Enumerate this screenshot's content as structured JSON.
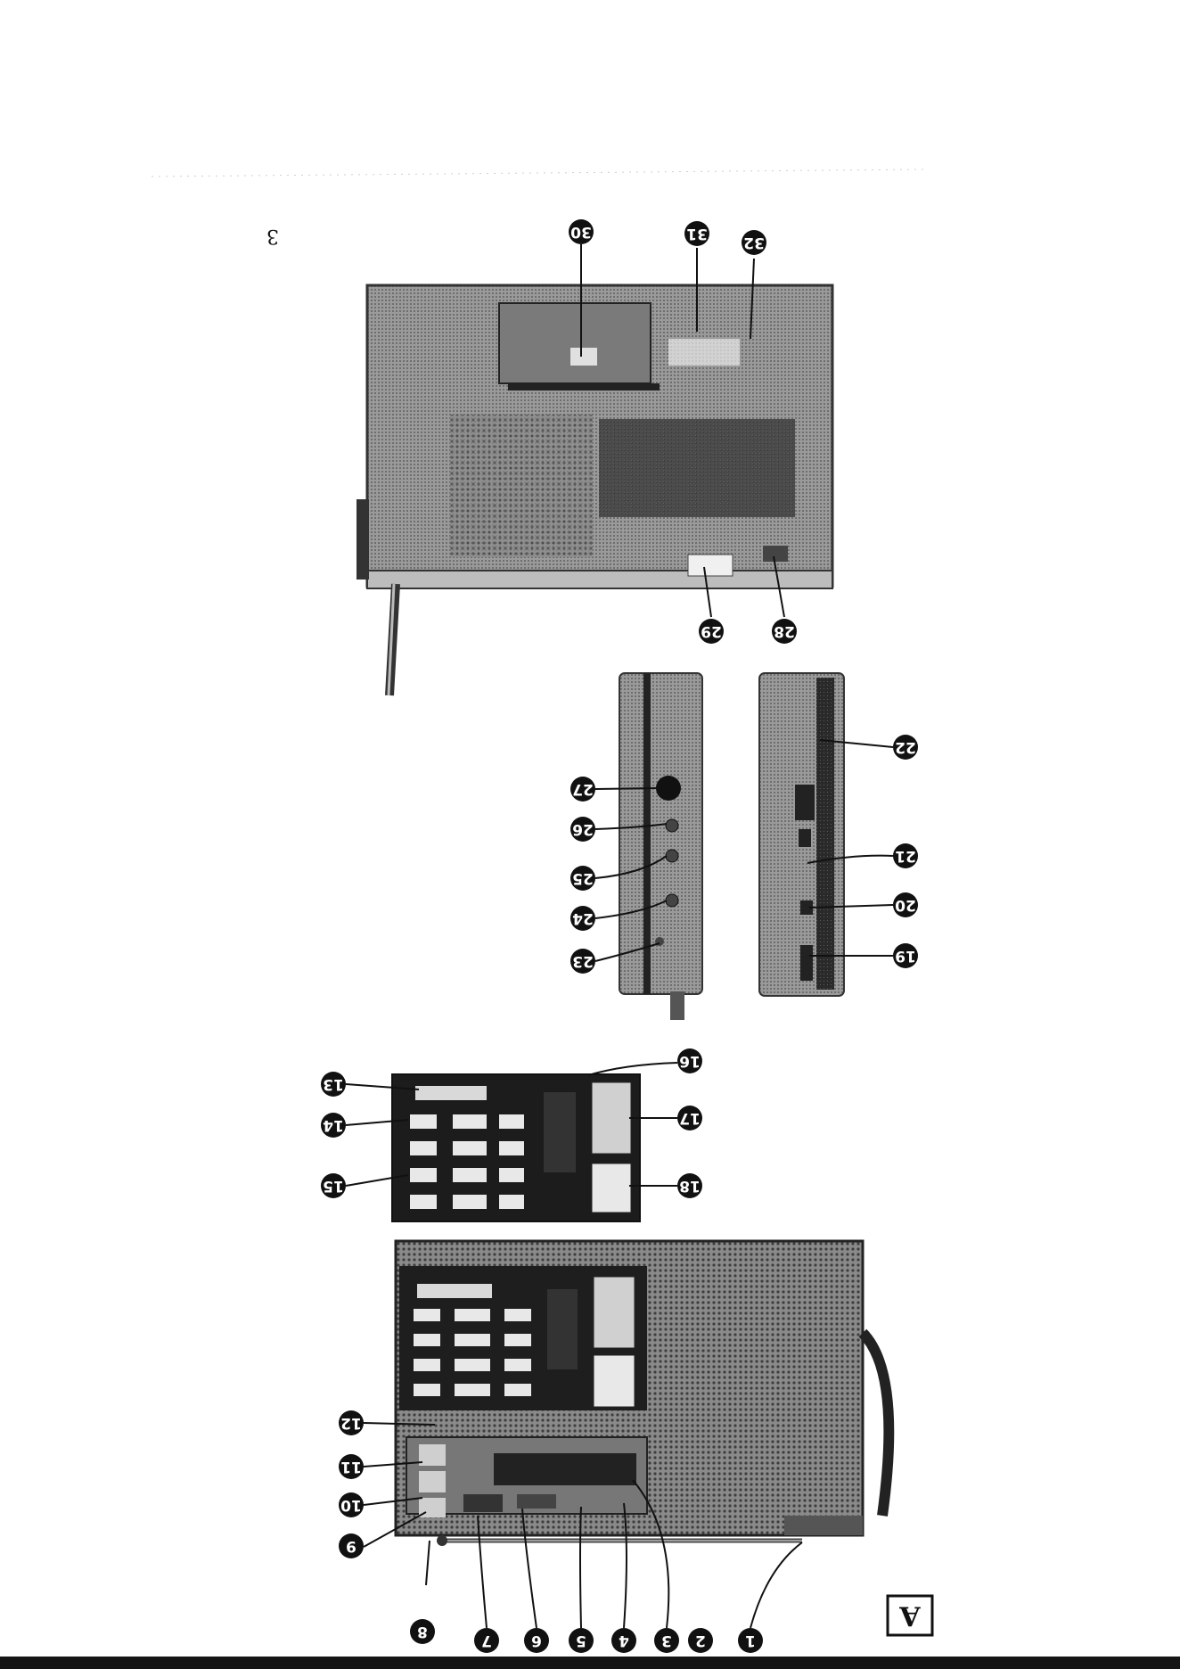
{
  "page": {
    "number": "3",
    "figure_letter": "A"
  },
  "callouts": [
    "1",
    "2",
    "3",
    "4",
    "5",
    "6",
    "7",
    "8",
    "9",
    "10",
    "11",
    "12",
    "13",
    "14",
    "15",
    "16",
    "17",
    "18",
    "19",
    "20",
    "21",
    "22",
    "23",
    "24",
    "25",
    "26",
    "27",
    "28",
    "29",
    "30",
    "31",
    "32"
  ],
  "colors": {
    "ink": "#111111",
    "photo_mid": "#8a8a8a",
    "photo_dark": "#3a3a3a",
    "paper": "#ffffff"
  }
}
